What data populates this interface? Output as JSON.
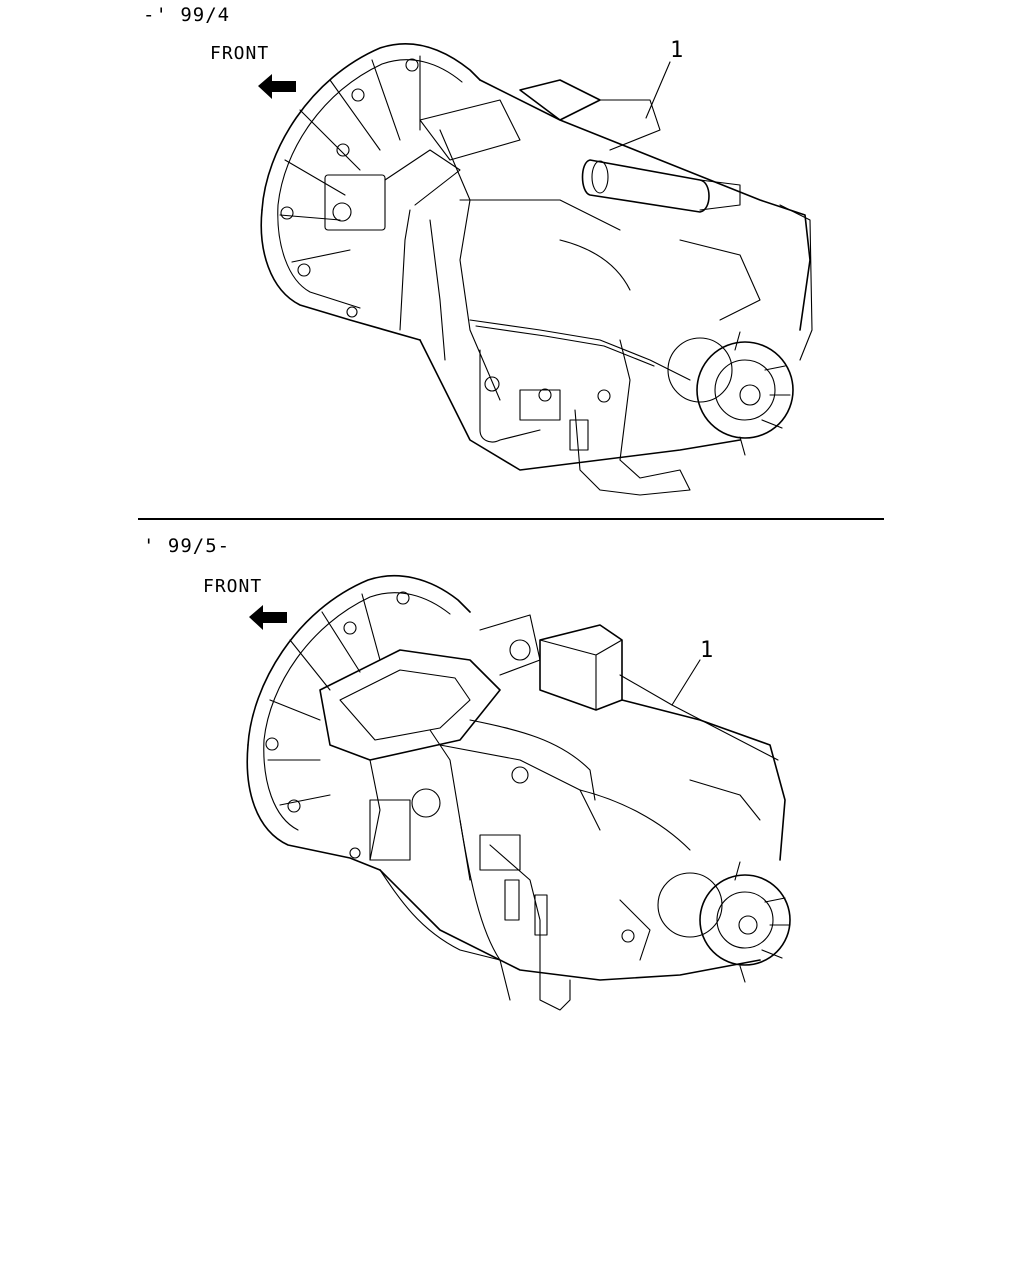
{
  "figure_top": {
    "period_label": "-' 99/4",
    "direction_label": "FRONT",
    "callout_number": "1"
  },
  "figure_bottom": {
    "period_label": "' 99/5-",
    "direction_label": "FRONT",
    "callout_number": "1"
  },
  "colors": {
    "ink": "#000000",
    "paper": "#ffffff"
  }
}
